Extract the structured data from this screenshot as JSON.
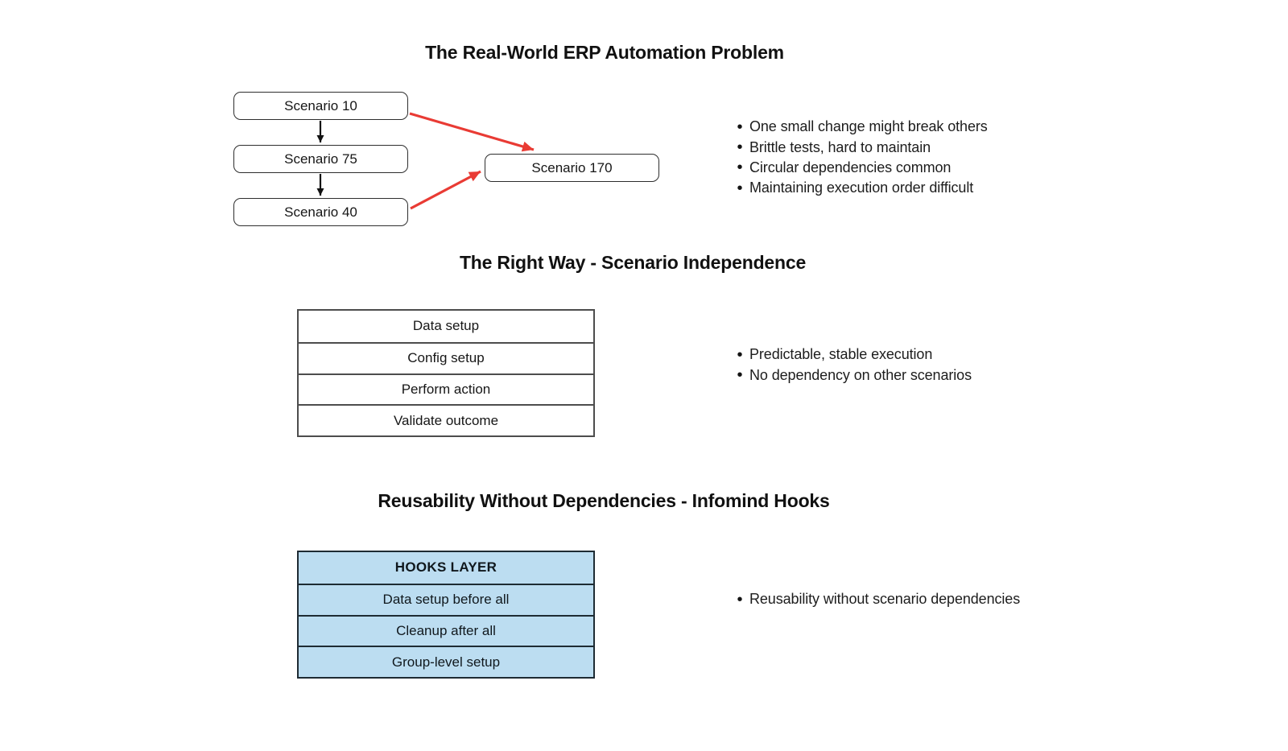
{
  "ui": {
    "bullet_glyph": "•"
  },
  "colors": {
    "background": "#FFFFFF",
    "text": "#1A1A1A",
    "node_border": "#2E2E2E",
    "table_border": "#4D4D4D",
    "hooks_border": "#1E2B33",
    "hooks_fill": "#BCDDF1",
    "arrow_black": "#111111",
    "arrow_red": "#E93B34"
  },
  "section_problem": {
    "title": "The Real-World ERP Automation Problem",
    "nodes": [
      {
        "label": "Scenario 10"
      },
      {
        "label": "Scenario 75"
      },
      {
        "label": "Scenario 40"
      },
      {
        "label": "Scenario 170"
      }
    ],
    "edges": [
      {
        "from": "Scenario 10",
        "to": "Scenario 75",
        "style": "black"
      },
      {
        "from": "Scenario 75",
        "to": "Scenario 40",
        "style": "black"
      },
      {
        "from": "Scenario 10",
        "to": "Scenario 170",
        "style": "red"
      },
      {
        "from": "Scenario 40",
        "to": "Scenario 170",
        "style": "red"
      }
    ],
    "bullets": [
      "One small change might break others",
      "Brittle tests, hard to maintain",
      "Circular dependencies common",
      "Maintaining execution order difficult"
    ]
  },
  "section_right_way": {
    "title": "The Right Way - Scenario Independence",
    "steps": [
      "Data setup",
      "Config setup",
      "Perform action",
      "Validate outcome"
    ],
    "bullets": [
      "Predictable, stable execution",
      "No dependency on other scenarios"
    ]
  },
  "section_hooks": {
    "title": "Reusability Without Dependencies - Infomind Hooks",
    "table": {
      "header": "HOOKS LAYER",
      "rows": [
        "Data setup before all",
        "Cleanup after all",
        "Group-level setup"
      ]
    },
    "bullets": [
      "Reusability without scenario dependencies"
    ]
  }
}
